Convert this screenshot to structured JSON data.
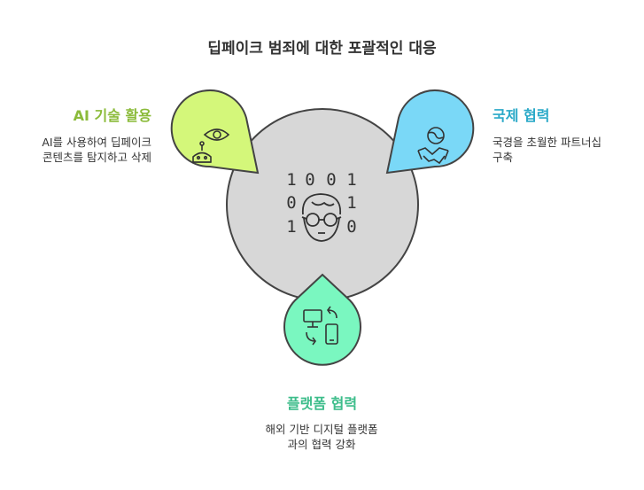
{
  "title": "딥페이크 범죄에 대한 포괄적인 대응",
  "center": {
    "binary": [
      "1",
      "0",
      "0",
      "1",
      "0",
      "1",
      "1",
      "0"
    ]
  },
  "nodes": [
    {
      "heading": "AI 기술 활용",
      "description": [
        "AI를 사용하여 딥페이크",
        "콘텐츠를 탐지하고 삭제"
      ],
      "color": "#d4f77a",
      "icons": [
        "eye-icon",
        "robot-icon"
      ]
    },
    {
      "heading": "국제 협력",
      "description": [
        "국경을 초월한 파트너십",
        "구축"
      ],
      "color": "#7ad8f7",
      "icons": [
        "globe-icon",
        "handshake-icon"
      ]
    },
    {
      "heading": "플랫폼 협력",
      "description": [
        "해외 기반 디지털 플랫폼",
        "과의 협력 강화"
      ],
      "color": "#7af7c0",
      "icons": [
        "monitor-icon",
        "phone-icon",
        "sync-arrows-icon"
      ]
    }
  ],
  "colors": {
    "center_circle": "#d7d7d7",
    "stroke": "#444444"
  }
}
